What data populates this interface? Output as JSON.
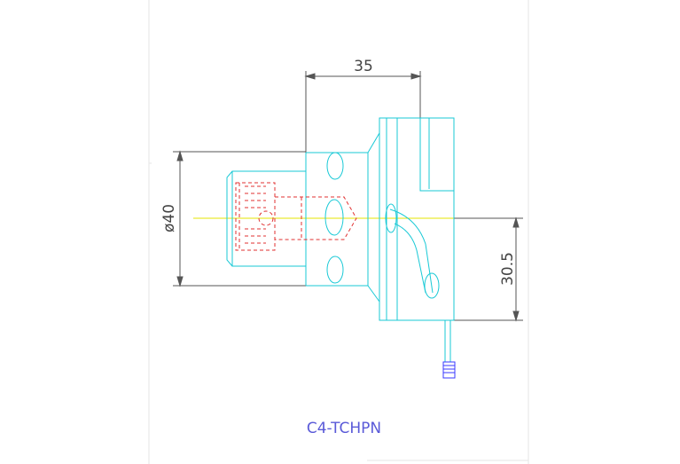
{
  "drawing": {
    "title": "C4-TCHPN",
    "dimensions": {
      "length": "35",
      "diameter": "ø40",
      "offset": "30.5"
    },
    "colors": {
      "body": "#19c9d6",
      "hidden": "#e03030",
      "centerline": "#e6e600",
      "dimension": "#555555",
      "insert": "#3a3aff",
      "title": "#5a5ad8",
      "border": "#e6e6e6"
    }
  }
}
